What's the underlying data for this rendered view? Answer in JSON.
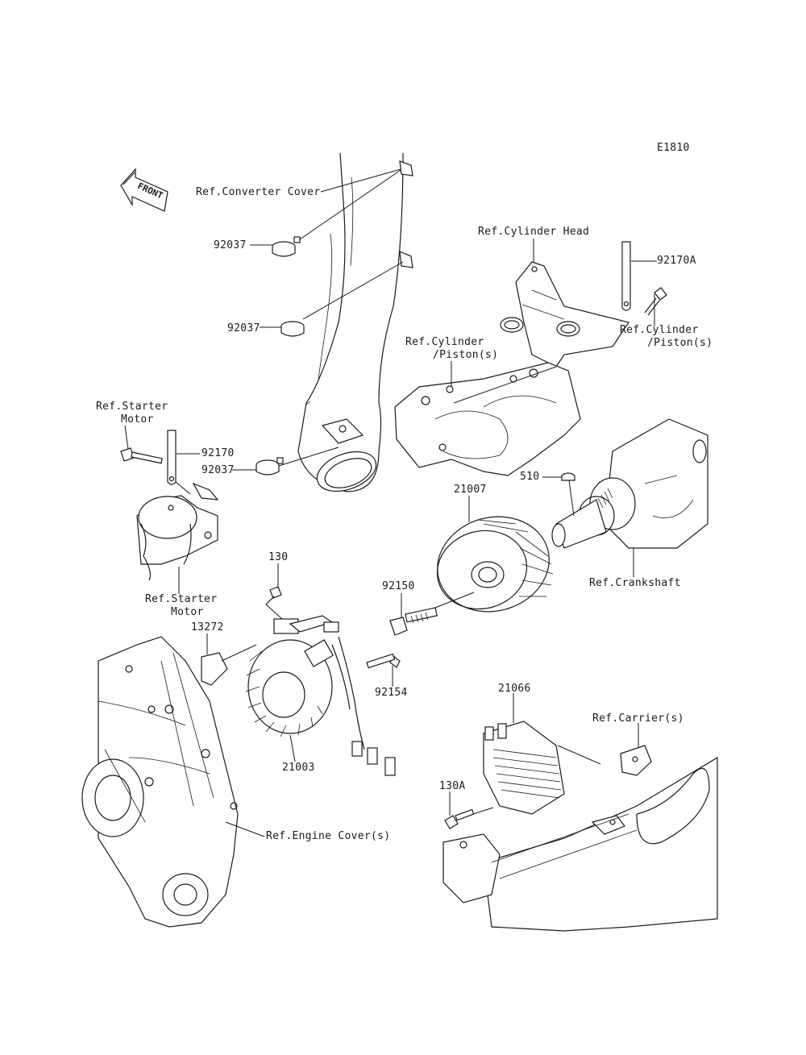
{
  "diagram_code": "E1810",
  "front_arrow_label": "FRONT",
  "labels": {
    "ref_converter_cover": "Ref.Converter Cover",
    "p92037_a": "92037",
    "p92037_b": "92037",
    "p92037_c": "92037",
    "ref_cylinder_head": "Ref.Cylinder Head",
    "p92170a": "92170A",
    "ref_cyl_piston_right_1": "Ref.Cylinder",
    "ref_cyl_piston_right_2": "/Piston(s)",
    "ref_cyl_piston_mid_1": "Ref.Cylinder",
    "ref_cyl_piston_mid_2": "/Piston(s)",
    "ref_starter_motor_top_1": "Ref.Starter",
    "ref_starter_motor_top_2": "Motor",
    "p92170": "92170",
    "p510": "510",
    "p21007": "21007",
    "ref_starter_motor_bottom_1": "Ref.Starter",
    "ref_starter_motor_bottom_2": "Motor",
    "p130": "130",
    "p92150": "92150",
    "ref_crankshaft": "Ref.Crankshaft",
    "p13272": "13272",
    "p92154": "92154",
    "p21066": "21066",
    "ref_carriers": "Ref.Carrier(s)",
    "p21003": "21003",
    "p130a": "130A",
    "ref_engine_covers": "Ref.Engine Cover(s)"
  }
}
